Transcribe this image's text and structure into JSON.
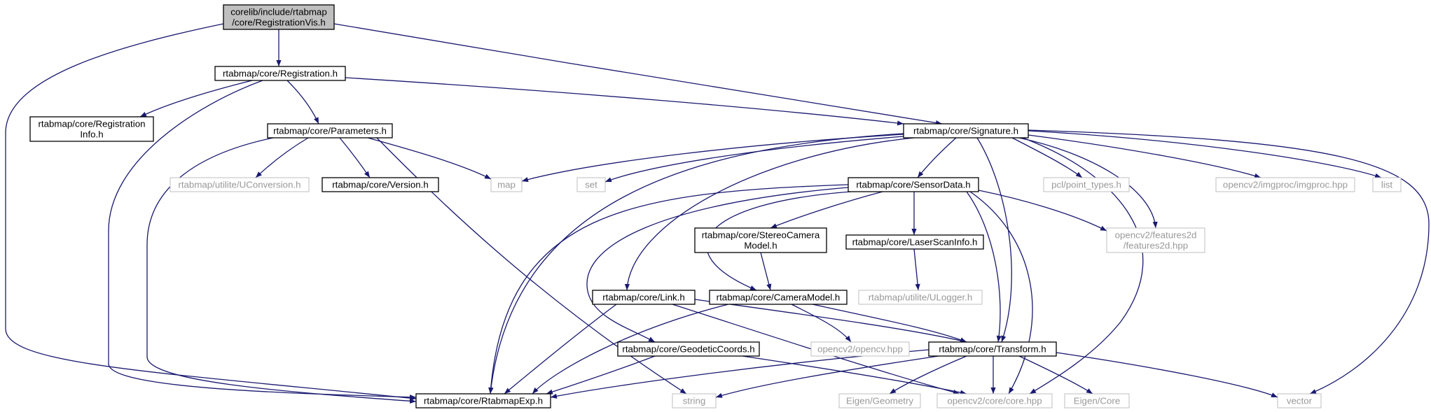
{
  "diagram": {
    "title": "",
    "colors": {
      "edge": "#191970",
      "focus_fill": "#bfbfbf",
      "node_border": "#000000",
      "external_border": "#bfbfbf",
      "external_text": "#999999"
    },
    "nodes": [
      {
        "id": "registrationvis",
        "lines": [
          "corelib/include/rtabmap",
          "/core/RegistrationVis.h"
        ],
        "kind": "focus"
      },
      {
        "id": "registration",
        "lines": [
          "rtabmap/core/Registration.h"
        ],
        "kind": "internal"
      },
      {
        "id": "signature",
        "lines": [
          "rtabmap/core/Signature.h"
        ],
        "kind": "internal"
      },
      {
        "id": "registrationinfo",
        "lines": [
          "rtabmap/core/Registration",
          "Info.h"
        ],
        "kind": "internal"
      },
      {
        "id": "parameters",
        "lines": [
          "rtabmap/core/Parameters.h"
        ],
        "kind": "internal"
      },
      {
        "id": "uconversion",
        "lines": [
          "rtabmap/utilite/UConversion.h"
        ],
        "kind": "external"
      },
      {
        "id": "version",
        "lines": [
          "rtabmap/core/Version.h"
        ],
        "kind": "internal"
      },
      {
        "id": "map",
        "lines": [
          "map"
        ],
        "kind": "external"
      },
      {
        "id": "set",
        "lines": [
          "set"
        ],
        "kind": "external"
      },
      {
        "id": "sensordata",
        "lines": [
          "rtabmap/core/SensorData.h"
        ],
        "kind": "internal"
      },
      {
        "id": "pcl",
        "lines": [
          "pcl/point_types.h"
        ],
        "kind": "external"
      },
      {
        "id": "imgproc",
        "lines": [
          "opencv2/imgproc/imgproc.hpp"
        ],
        "kind": "external"
      },
      {
        "id": "list",
        "lines": [
          "list"
        ],
        "kind": "external"
      },
      {
        "id": "stereocamera",
        "lines": [
          "rtabmap/core/StereoCamera",
          "Model.h"
        ],
        "kind": "internal"
      },
      {
        "id": "laserscaninfo",
        "lines": [
          "rtabmap/core/LaserScanInfo.h"
        ],
        "kind": "internal"
      },
      {
        "id": "features2d",
        "lines": [
          "opencv2/features2d",
          "/features2d.hpp"
        ],
        "kind": "external"
      },
      {
        "id": "link",
        "lines": [
          "rtabmap/core/Link.h"
        ],
        "kind": "internal"
      },
      {
        "id": "cameramodel",
        "lines": [
          "rtabmap/core/CameraModel.h"
        ],
        "kind": "internal"
      },
      {
        "id": "ulogger",
        "lines": [
          "rtabmap/utilite/ULogger.h"
        ],
        "kind": "external"
      },
      {
        "id": "geodetic",
        "lines": [
          "rtabmap/core/GeodeticCoords.h"
        ],
        "kind": "internal"
      },
      {
        "id": "opencvhpp",
        "lines": [
          "opencv2/opencv.hpp"
        ],
        "kind": "external"
      },
      {
        "id": "transform",
        "lines": [
          "rtabmap/core/Transform.h"
        ],
        "kind": "internal"
      },
      {
        "id": "rtabmapexp",
        "lines": [
          "rtabmap/core/RtabmapExp.h"
        ],
        "kind": "internal"
      },
      {
        "id": "string",
        "lines": [
          "string"
        ],
        "kind": "external"
      },
      {
        "id": "eigengeometry",
        "lines": [
          "Eigen/Geometry"
        ],
        "kind": "external"
      },
      {
        "id": "corehpp",
        "lines": [
          "opencv2/core/core.hpp"
        ],
        "kind": "external"
      },
      {
        "id": "eigencore",
        "lines": [
          "Eigen/Core"
        ],
        "kind": "external"
      },
      {
        "id": "vector",
        "lines": [
          "vector"
        ],
        "kind": "external"
      }
    ],
    "edges": [
      [
        "registrationvis",
        "registration"
      ],
      [
        "registrationvis",
        "signature"
      ],
      [
        "registrationvis",
        "rtabmapexp"
      ],
      [
        "registration",
        "registrationinfo"
      ],
      [
        "registration",
        "parameters"
      ],
      [
        "registration",
        "signature"
      ],
      [
        "registration",
        "rtabmapexp"
      ],
      [
        "parameters",
        "uconversion"
      ],
      [
        "parameters",
        "version"
      ],
      [
        "parameters",
        "map"
      ],
      [
        "parameters",
        "string"
      ],
      [
        "parameters",
        "rtabmapexp"
      ],
      [
        "signature",
        "map"
      ],
      [
        "signature",
        "set"
      ],
      [
        "signature",
        "sensordata"
      ],
      [
        "signature",
        "pcl"
      ],
      [
        "signature",
        "imgproc"
      ],
      [
        "signature",
        "list"
      ],
      [
        "signature",
        "features2d"
      ],
      [
        "signature",
        "link"
      ],
      [
        "signature",
        "transform"
      ],
      [
        "signature",
        "rtabmapexp"
      ],
      [
        "signature",
        "corehpp"
      ],
      [
        "signature",
        "vector"
      ],
      [
        "sensordata",
        "stereocamera"
      ],
      [
        "sensordata",
        "laserscaninfo"
      ],
      [
        "sensordata",
        "features2d"
      ],
      [
        "sensordata",
        "cameramodel"
      ],
      [
        "sensordata",
        "geodetic"
      ],
      [
        "sensordata",
        "transform"
      ],
      [
        "sensordata",
        "rtabmapexp"
      ],
      [
        "sensordata",
        "corehpp"
      ],
      [
        "stereocamera",
        "cameramodel"
      ],
      [
        "laserscaninfo",
        "ulogger"
      ],
      [
        "link",
        "transform"
      ],
      [
        "link",
        "rtabmapexp"
      ],
      [
        "link",
        "corehpp"
      ],
      [
        "cameramodel",
        "opencvhpp"
      ],
      [
        "cameramodel",
        "transform"
      ],
      [
        "cameramodel",
        "rtabmapexp"
      ],
      [
        "geodetic",
        "rtabmapexp"
      ],
      [
        "geodetic",
        "corehpp"
      ],
      [
        "transform",
        "rtabmapexp"
      ],
      [
        "transform",
        "string"
      ],
      [
        "transform",
        "eigengeometry"
      ],
      [
        "transform",
        "corehpp"
      ],
      [
        "transform",
        "eigencore"
      ],
      [
        "transform",
        "vector"
      ]
    ]
  }
}
